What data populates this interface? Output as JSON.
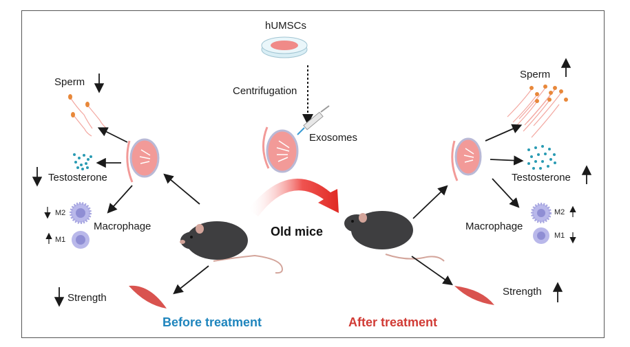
{
  "figure": {
    "source": {
      "label": "hUMSCs",
      "process_label": "Centrifugation",
      "product_label": "Exosomes"
    },
    "center_label": "Old mice",
    "before": {
      "title": "Before treatment",
      "title_color": "#1f85bd",
      "sperm": {
        "label": "Sperm",
        "trend": "down"
      },
      "testosterone": {
        "label": "Testosterone",
        "trend": "down"
      },
      "macrophage": {
        "label": "Macrophage",
        "m2": {
          "label": "M2",
          "trend": "down"
        },
        "m1": {
          "label": "M1",
          "trend": "up"
        }
      },
      "strength": {
        "label": "Strength",
        "trend": "down"
      }
    },
    "after": {
      "title": "After treatment",
      "title_color": "#d13b35",
      "sperm": {
        "label": "Sperm",
        "trend": "up"
      },
      "testosterone": {
        "label": "Testosterone",
        "trend": "up"
      },
      "macrophage": {
        "label": "Macrophage",
        "m2": {
          "label": "M2",
          "trend": "up"
        },
        "m1": {
          "label": "M1",
          "trend": "down"
        }
      },
      "strength": {
        "label": "Strength",
        "trend": "up"
      }
    },
    "colors": {
      "arrow_red": "#e8322c",
      "testis": "#f29a98",
      "mouse": "#3e3e40",
      "muscle": "#d9534f",
      "macrophage": "#b9b8ea",
      "testosterone": "#2a9bb3",
      "sperm": "#e8883a"
    }
  }
}
